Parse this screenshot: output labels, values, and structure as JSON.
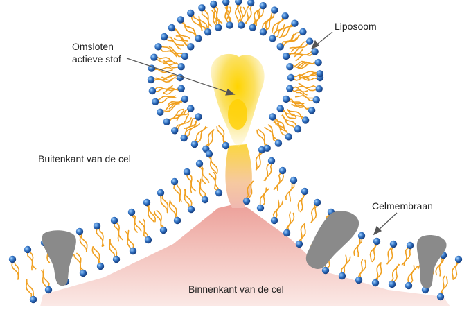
{
  "labels": {
    "encapsulated_line1": "Omsloten",
    "encapsulated_line2": "actieve stof",
    "liposome": "Liposoom",
    "outside_cell": "Buitenkant van de cel",
    "cell_membrane": "Celmembraan",
    "inside_cell": "Binnenkant van de cel"
  },
  "colors": {
    "lipid_head": "#2f6fc0",
    "lipid_head_highlight": "#8fc0f0",
    "lipid_tail": "#f0a020",
    "cell_interior": "#f0b8b0",
    "active_substance": "#f8d020",
    "membrane_protein": "#8a8a8a",
    "pointer_line": "#555555"
  },
  "icons": {
    "lipid": "phospholipid-icon",
    "protein": "membrane-protein-icon"
  }
}
